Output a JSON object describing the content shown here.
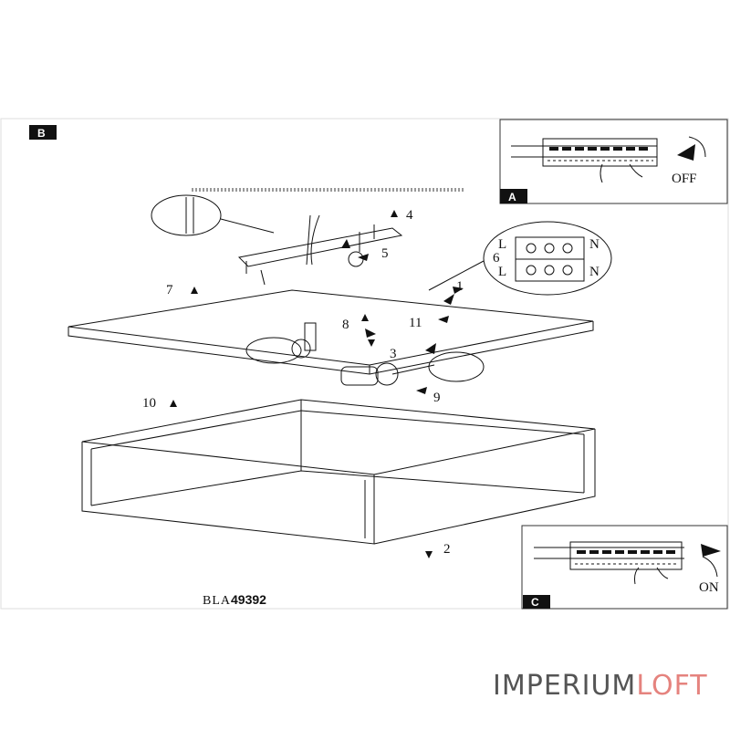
{
  "panels": {
    "A": {
      "tag": "A",
      "switch_label": "OFF"
    },
    "B": {
      "tag": "B"
    },
    "C": {
      "tag": "C",
      "switch_label": "ON"
    }
  },
  "callouts": {
    "c1": "1",
    "c2": "2",
    "c3": "3",
    "c4": "4",
    "c5": "5",
    "c6": "6",
    "c7": "7",
    "c8": "8",
    "c9": "9",
    "c10": "10",
    "c11": "11"
  },
  "wiring": {
    "l_top": "L",
    "n_top": "N",
    "l_bottom": "L",
    "n_bottom": "N"
  },
  "model": {
    "prefix": "BLA",
    "number": "49392"
  },
  "brand": {
    "part1": "IMPERIUM",
    "part2": "LOFT"
  },
  "colors": {
    "line": "#111111",
    "brand_gray": "#555555",
    "brand_accent": "#e5837e"
  }
}
